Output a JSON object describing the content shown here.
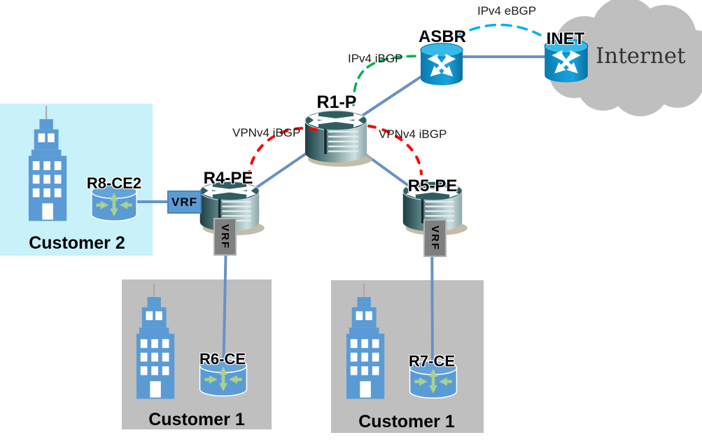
{
  "regions": {
    "customer2": {
      "label": "Customer 2"
    },
    "customer1_left": {
      "label": "Customer 1"
    },
    "customer1_right": {
      "label": "Customer 1"
    }
  },
  "cloud": {
    "label": "Internet"
  },
  "nodes": {
    "r1_p": {
      "label": "R1-P",
      "kind": "core-router"
    },
    "r4_pe": {
      "label": "R4-PE",
      "kind": "pe-router"
    },
    "r5_pe": {
      "label": "R5-PE",
      "kind": "pe-router"
    },
    "r6_ce": {
      "label": "R6-CE",
      "kind": "ce-router"
    },
    "r7_ce": {
      "label": "R7-CE",
      "kind": "ce-router"
    },
    "r8_ce2": {
      "label": "R8-CE2",
      "kind": "ce-router"
    },
    "asbr": {
      "label": "ASBR",
      "kind": "atm-switch"
    },
    "inet": {
      "label": "INET",
      "kind": "atm-switch"
    }
  },
  "sessions": {
    "ipv4_ibgp": {
      "label": "IPv4 iBGP",
      "color": "#00b050",
      "style": "dashed",
      "between": "R1-P / ASBR"
    },
    "ipv4_ebgp": {
      "label": "IPv4 eBGP",
      "color": "#00b0f0",
      "style": "dashed",
      "between": "ASBR / INET"
    },
    "vpnv4_ibgp_r4": {
      "label": "VPNv4 iBGP",
      "color": "#ff0000",
      "style": "dashed",
      "between": "R4-PE / R1-P"
    },
    "vpnv4_ibgp_r5": {
      "label": "VPNv4 iBGP",
      "color": "#ff0000",
      "style": "dashed",
      "between": "R5-PE / R1-P"
    }
  },
  "vrf_tags": {
    "ce2_link": {
      "label": "VRF"
    },
    "r4_access": {
      "label": "VRF"
    },
    "r5_access": {
      "label": "VRF"
    }
  },
  "colors": {
    "link": "#6991c6",
    "customer2_bg": "#c8f1f9",
    "customer1_bg": "#bfbfbf",
    "cloud_gray": "#bfbfbf",
    "building_blue": "#5b9bd5",
    "ce_arrow_green": "#a9d18e",
    "vrf_chip_blue": "#5b9bd5",
    "vrf_chip_gray": "#7f7f7f"
  }
}
